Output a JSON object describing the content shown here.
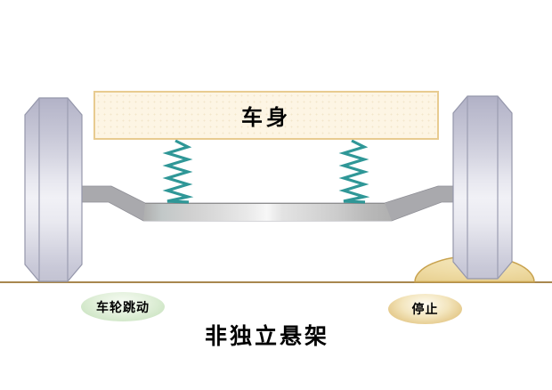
{
  "diagram": {
    "body_box": {
      "label": "车身"
    },
    "wheel_left": {
      "status_label": "车轮跳动"
    },
    "wheel_right": {
      "status_label": "停止"
    },
    "caption": "非独立悬架"
  },
  "colors": {
    "body_box_fill": "#fdf5e4",
    "body_box_border": "#e8cb90",
    "spring_teal": "#2f9797",
    "wheel_light": "#f1f1f6",
    "wheel_dark": "#b1b1c6",
    "wheel_outline": "#9597ab",
    "axle_gray": "#a9a9ad",
    "beam_silver": "#f7f7f7",
    "bump_fill": "#eedaa2",
    "bump_border": "#c8a24e",
    "ground_line": "#a8874e",
    "left_label_fill": "#cde5c4",
    "right_label_fill": "#e3c685",
    "text": "#000000"
  }
}
